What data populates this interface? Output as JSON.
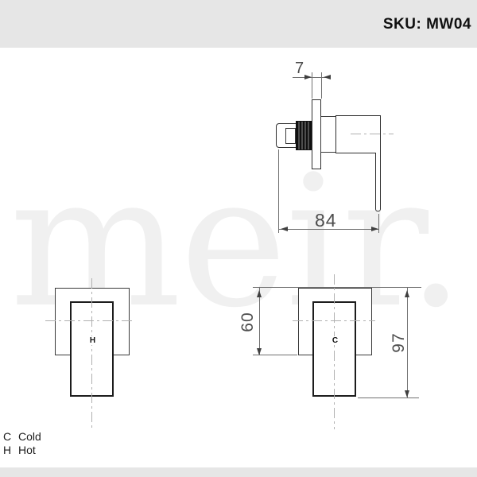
{
  "header": {
    "sku": "SKU: MW04"
  },
  "watermark": {
    "text": "meir."
  },
  "side_view": {
    "dim_flange_thickness": "7",
    "dim_total_depth": "84"
  },
  "front_view_hot": {
    "label": "H"
  },
  "front_view_cold": {
    "label": "C",
    "dim_plate_height": "60",
    "dim_total_height": "97"
  },
  "legend": {
    "items": [
      {
        "symbol": "C",
        "meaning": "Cold"
      },
      {
        "symbol": "H",
        "meaning": "Hot"
      }
    ]
  },
  "colors": {
    "band": "#e6e6e6",
    "outline": "#2e2e2e",
    "dimension": "#4d4d4d",
    "centerline": "#b0b0b0",
    "watermark": "#f0f0f0"
  }
}
